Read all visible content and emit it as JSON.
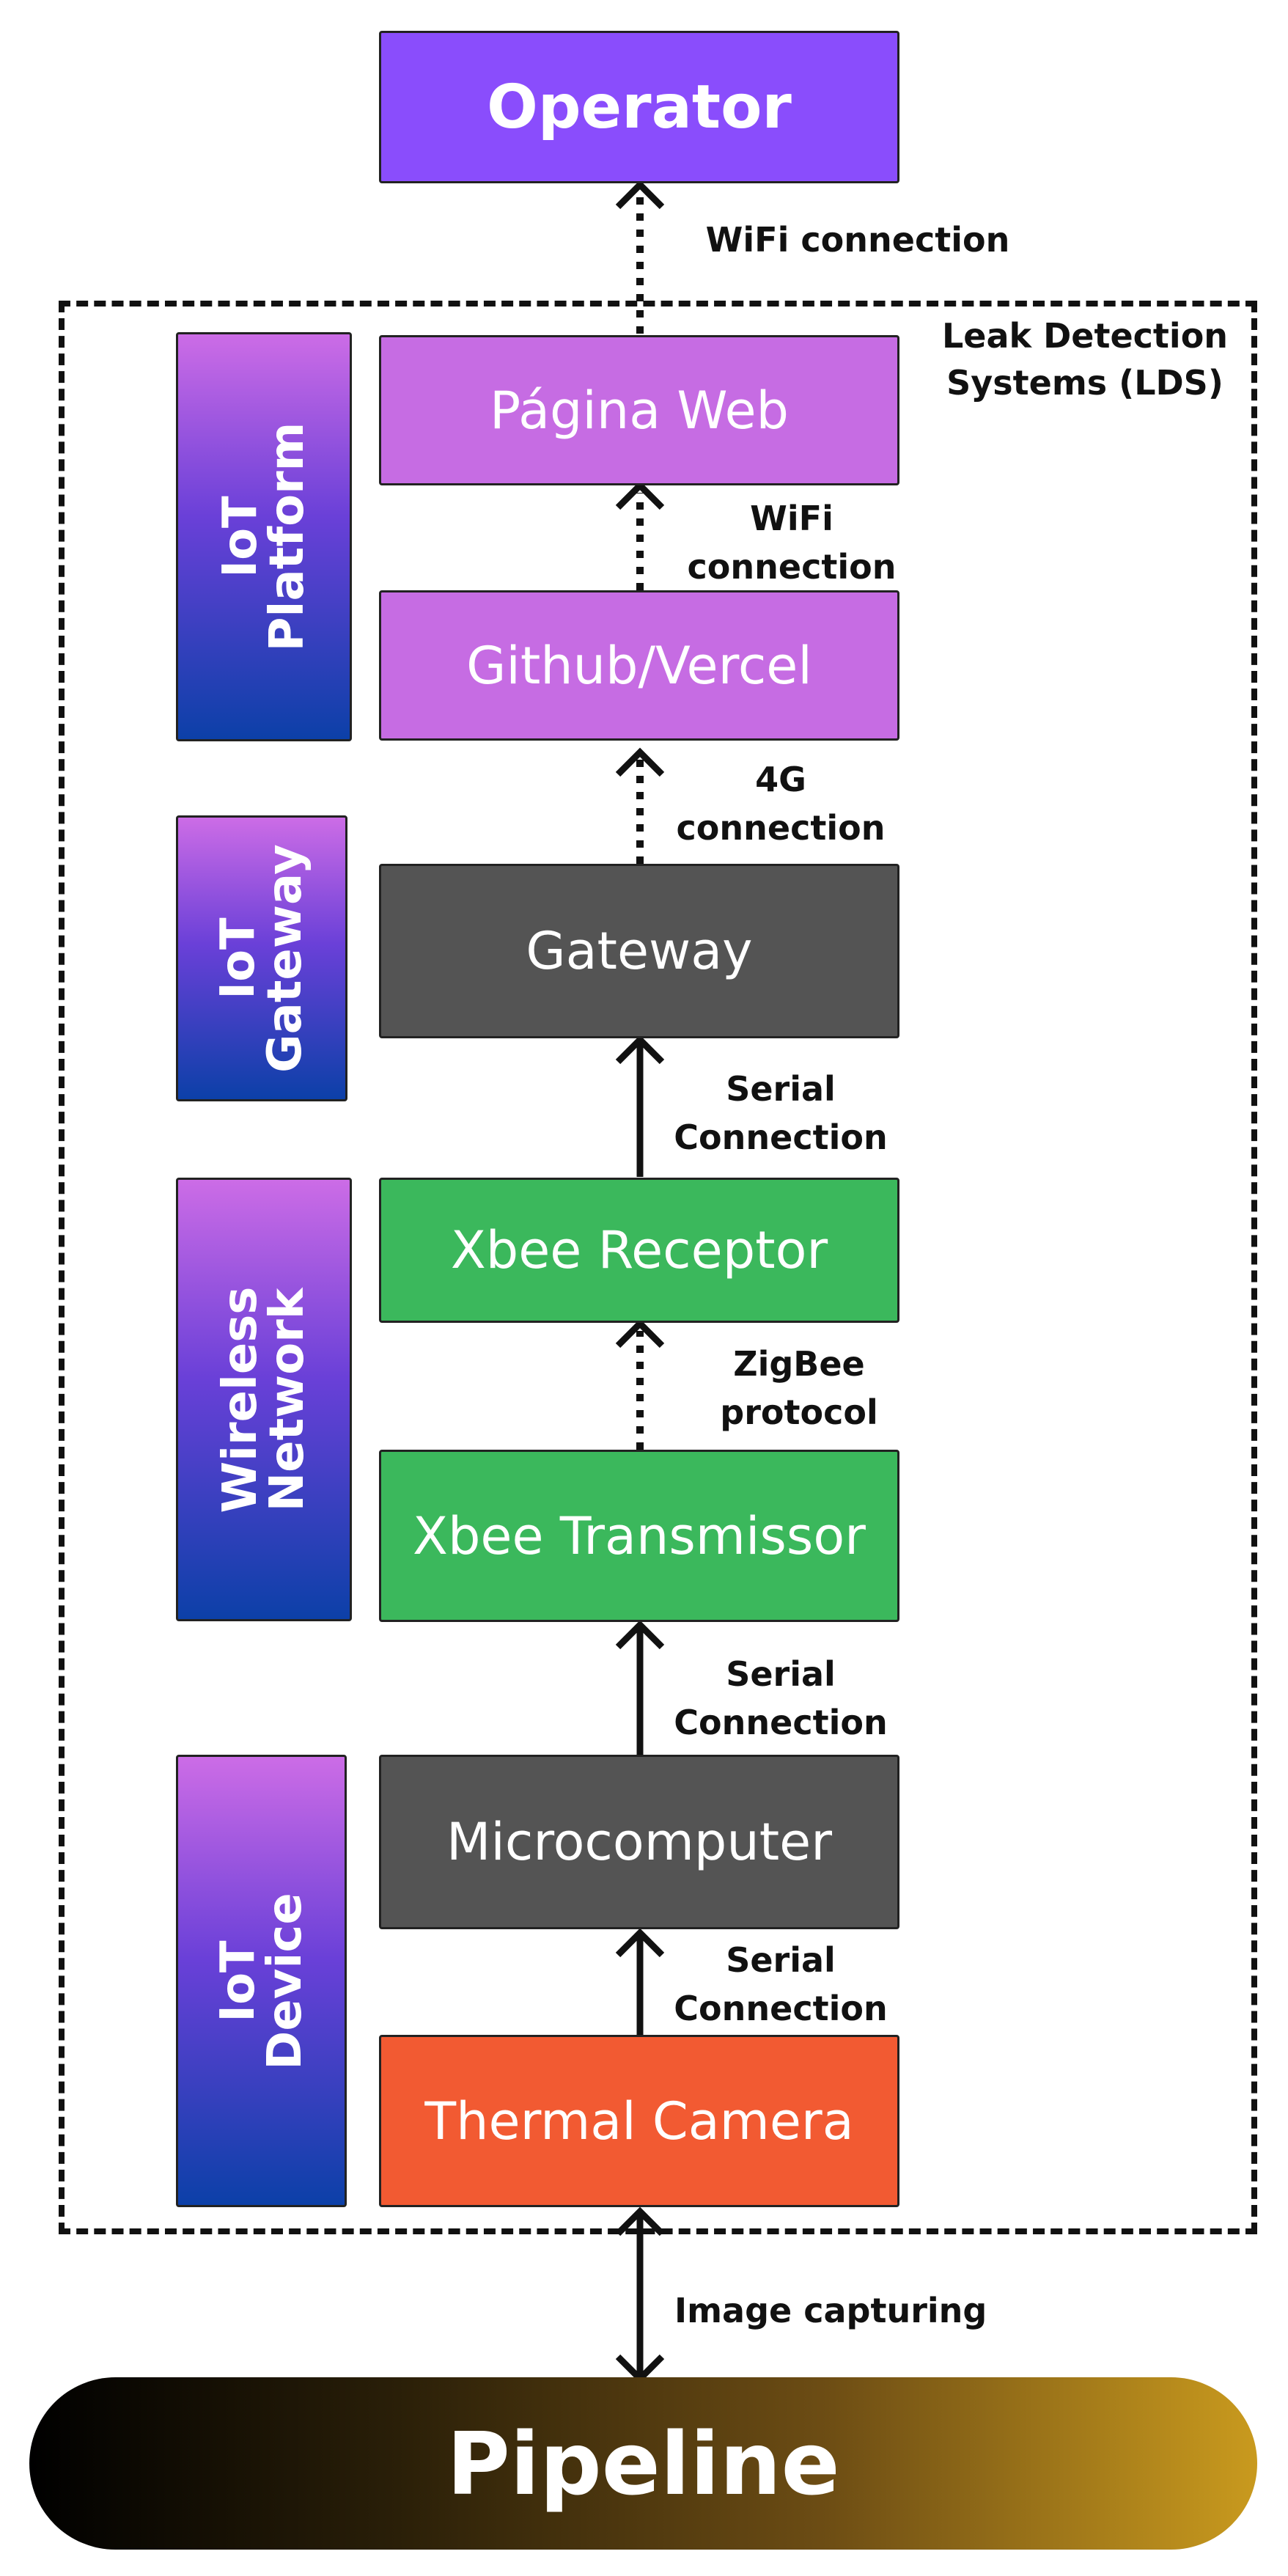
{
  "operator": "Operator",
  "lds_label": "Leak Detection\nSystems (LDS)",
  "nodes": {
    "pagina_web": "Página Web",
    "github_vercel": "Github/Vercel",
    "gateway": "Gateway",
    "xbee_receptor": "Xbee Receptor",
    "xbee_transmissor": "Xbee Transmissor",
    "microcomputer": "Microcomputer",
    "thermal_camera": "Thermal Camera"
  },
  "layers": {
    "iot_platform": "IoT Platform",
    "iot_gateway": "IoT\nGateway",
    "wireless_network": "Wireless\nNetwork",
    "iot_device": "IoT Device"
  },
  "connections": {
    "wifi_operator": "WiFi connection",
    "wifi_web": "WiFi\nconnection",
    "fourg": "4G\nconnection",
    "serial_gateway": "Serial\nConnection",
    "zigbee": "ZigBee\nprotocol",
    "serial_xbee": "Serial\nConnection",
    "serial_micro": "Serial\nConnection",
    "image_capturing": "Image capturing"
  },
  "pipeline": "Pipeline",
  "colors": {
    "operator": "#8a4dfc",
    "platform_box": "#c66ce3",
    "dark_box": "#545454",
    "green_box": "#3bb85c",
    "camera_box": "#f25a32",
    "layer_gradient_top": "#cc6ce6",
    "layer_gradient_bottom": "#0c40a8"
  }
}
